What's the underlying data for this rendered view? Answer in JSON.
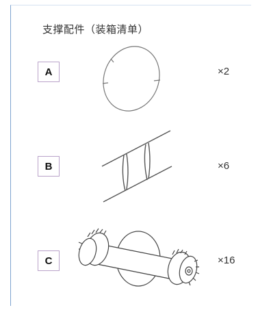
{
  "title": "支撑配件（装箱清单）",
  "parts": [
    {
      "label": "A",
      "quantity": "×2",
      "icon": "ring-icon"
    },
    {
      "label": "B",
      "quantity": "×6",
      "icon": "ladder-rail-icon"
    },
    {
      "label": "C",
      "quantity": "×16",
      "icon": "roller-icon"
    }
  ]
}
